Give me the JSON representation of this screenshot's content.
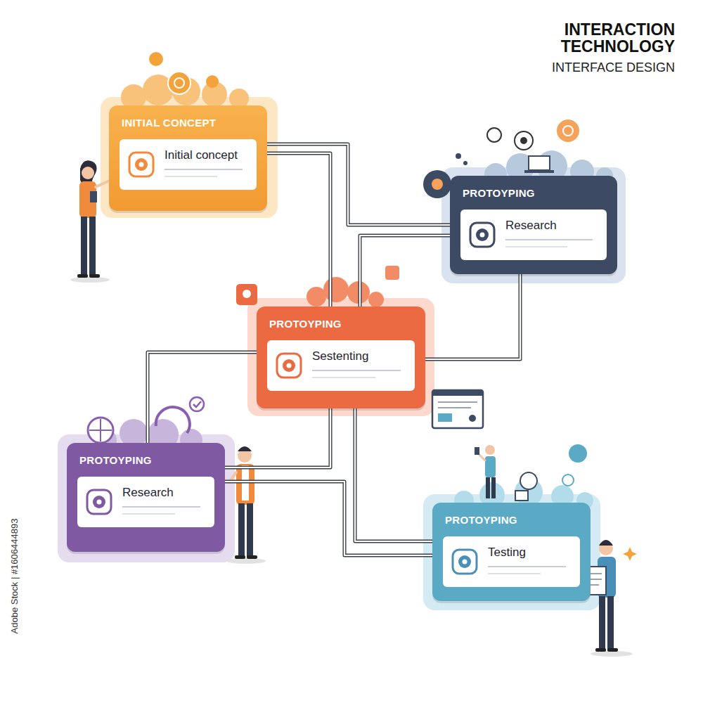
{
  "diagram": {
    "title": "INTERACTION TECHNOLOGY",
    "nodes": [
      {
        "text": [
          "INITIAL CONCEPT"
        ]
      },
      {
        "text": [
          "Initial concept"
        ],
        "in": 0
      },
      {
        "text": [
          "PROTOYPING"
        ]
      },
      {
        "text": [
          "Research"
        ],
        "in": 2
      },
      {
        "text": [
          "PROTOYPING"
        ]
      },
      {
        "text": [
          "Sestenting"
        ],
        "in": 4
      },
      {
        "text": [
          "PROTOYPING"
        ]
      },
      {
        "text": [
          "Research"
        ],
        "in": 6
      },
      {
        "text": [
          "PROTOYPING"
        ]
      },
      {
        "text": [
          "Testing"
        ],
        "in": 8
      }
    ],
    "edges": [
      {
        "from": 0,
        "to": 2,
        "arrow": "none"
      },
      {
        "from": 0,
        "to": 4,
        "arrow": "none"
      },
      {
        "from": 2,
        "to": 4,
        "arrow": "none"
      },
      {
        "from": 2,
        "to": 4,
        "arrow": "none"
      },
      {
        "from": 4,
        "to": 6,
        "arrow": "none"
      },
      {
        "from": 6,
        "to": 4,
        "arrow": "none"
      },
      {
        "from": 6,
        "to": 8,
        "arrow": "none"
      },
      {
        "from": 4,
        "to": 8,
        "arrow": "none"
      }
    ],
    "labels": [
      "INTERFACE DESIGN",
      "Adobe Stock | #1606444893"
    ]
  }
}
